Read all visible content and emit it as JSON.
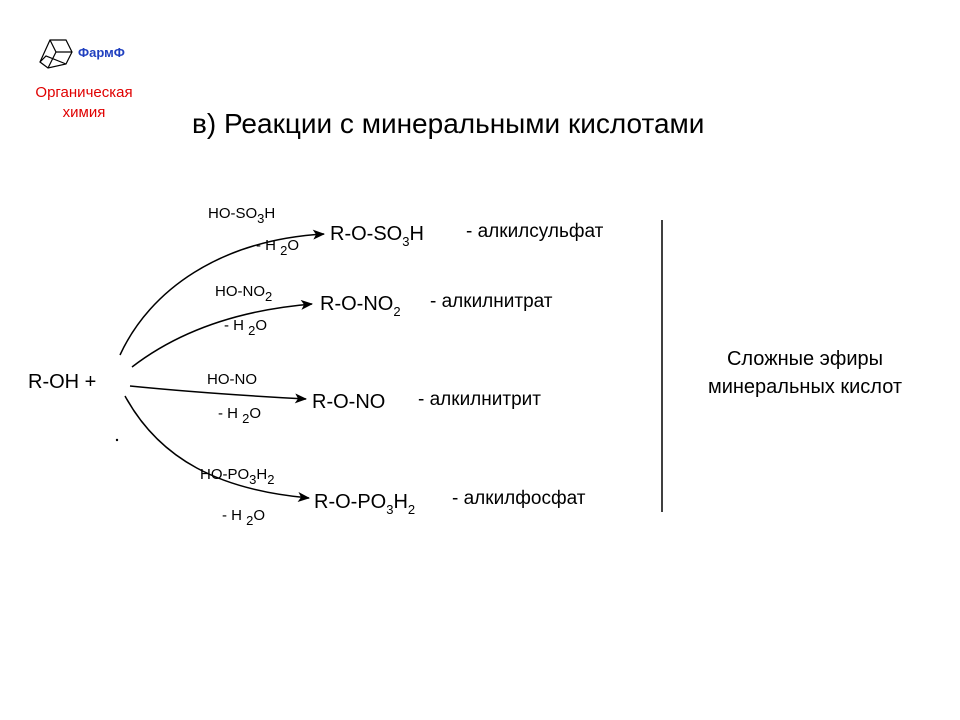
{
  "logo": {
    "brand": "ФармФ",
    "subtitle_line1": "Органическая",
    "subtitle_line2": "химия"
  },
  "page_title": "в) Реакции с минеральными кислотами",
  "reactant": "R-OH +",
  "reactions": [
    {
      "reagent": [
        "HO-SO",
        "3",
        "H"
      ],
      "byproduct": [
        "- H ",
        "2",
        "O"
      ],
      "product": [
        "R-O-SO",
        "3",
        "H"
      ],
      "name": "- алкилсульфат"
    },
    {
      "reagent": [
        "HO-NO",
        "2"
      ],
      "byproduct": [
        "- H ",
        "2",
        "O"
      ],
      "product": [
        "R-O-NO",
        "2"
      ],
      "name": "- алкилнитрат"
    },
    {
      "reagent": [
        "HO-NO"
      ],
      "byproduct": [
        "- H ",
        "2",
        "O"
      ],
      "product": [
        "R-O-NO"
      ],
      "name": "- алкилнитрит"
    },
    {
      "reagent": [
        "HO-PO",
        "3",
        "H",
        "2"
      ],
      "byproduct": [
        "- H ",
        "2",
        "O"
      ],
      "product": [
        "R-O-PO",
        "3",
        "H",
        "2"
      ],
      "name": "- алкилфосфат"
    }
  ],
  "summary": {
    "line1": "Сложные эфиры",
    "line2": "минеральных кислот"
  }
}
